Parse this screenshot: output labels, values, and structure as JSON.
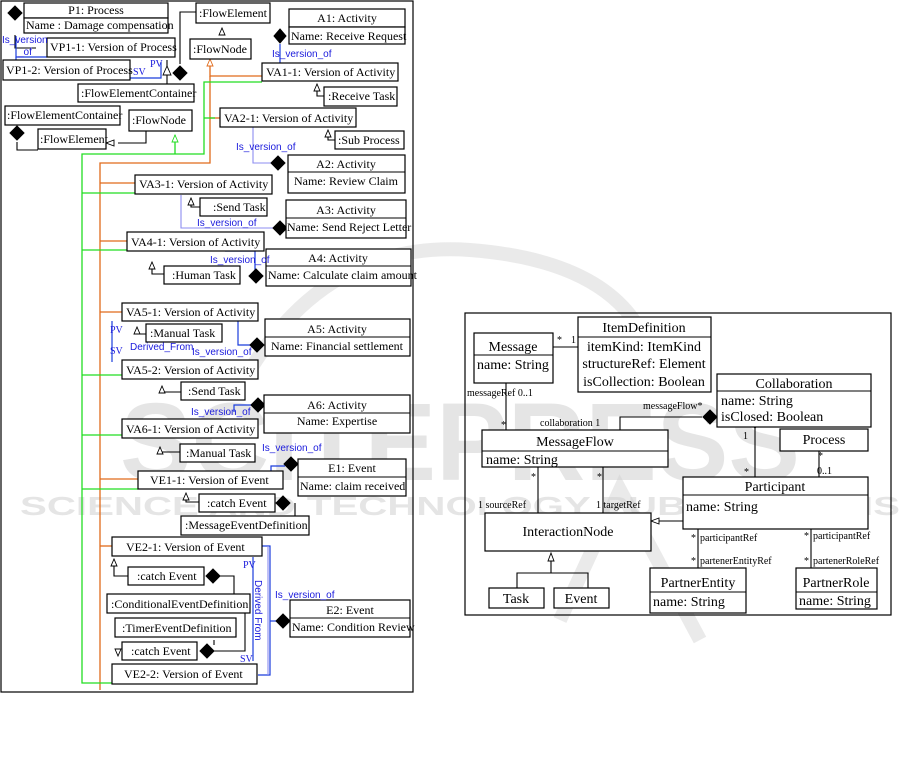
{
  "watermark": {
    "big": "SCITEPRESS",
    "small": "SCIENCE AND TECHNOLOGY PUBLICATIONS"
  },
  "left_diagram": {
    "process": {
      "title": "P1: Process",
      "attr": "Name : Damage compensation"
    },
    "vp11": "VP1-1: Version of Process",
    "vp12": "VP1-2: Version of Process",
    "fec1": ":FlowElementContainer",
    "fec2": ":FlowElementContainer",
    "fe1": ":FlowElement",
    "fe2": ":FlowElement",
    "fn1": ":FlowNode",
    "fn2": ":FlowNode",
    "a1": {
      "title": "A1: Activity",
      "attr": "Name: Receive Request"
    },
    "a2": {
      "title": "A2: Activity",
      "attr": "Name: Review Claim"
    },
    "a3": {
      "title": "A3: Activity",
      "attr": "Name: Send Reject Letter"
    },
    "a4": {
      "title": "A4: Activity",
      "attr": "Name: Calculate claim amount"
    },
    "a5": {
      "title": "A5: Activity",
      "attr": "Name: Financial settlement"
    },
    "a6": {
      "title": "A6: Activity",
      "attr": "Name: Expertise"
    },
    "e1": {
      "title": "E1: Event",
      "attr": "Name: claim received"
    },
    "e2": {
      "title": "E2: Event",
      "attr": "Name: Condition Review"
    },
    "va11": "VA1-1: Version of Activity",
    "va21": "VA2-1: Version of Activity",
    "va31": "VA3-1: Version of Activity",
    "va41": "VA4-1: Version of Activity",
    "va51": "VA5-1: Version of Activity",
    "va52": "VA5-2: Version of Activity",
    "va61": "VA6-1: Version of Activity",
    "ve11": "VE1-1: Version of Event",
    "ve21": "VE2-1: Version of Event",
    "ve22": "VE2-2: Version of Event",
    "receive_task": ":Receive Task",
    "sub_process": ":Sub Process",
    "send_task1": ":Send Task",
    "human_task": ":Human Task",
    "manual_task1": ":Manual Task",
    "send_task2": ":Send Task",
    "manual_task2": ":Manual Task",
    "catch_event1": ":catch Event",
    "msg_event_def": ":MessageEventDefinition",
    "catch_event2": ":catch Event",
    "cond_event_def": ":ConditionalEventDefinition",
    "timer_event_def": ":TimerEventDefinition",
    "catch_event3": ":catch Event",
    "labels": {
      "is_version_of": "Is_version_of",
      "is_version": "Is_version",
      "of": "_of",
      "pv": "PV",
      "sv": "SV",
      "derived_from": "Derived_From",
      "derived_from_vertical": "Derived  From"
    }
  },
  "right_diagram": {
    "message": {
      "title": "Message",
      "attr": "name: String"
    },
    "item_definition": {
      "title": "ItemDefinition",
      "attrs": [
        "itemKind: ItemKind",
        "structureRef: Element",
        "isCollection: Boolean"
      ]
    },
    "collaboration": {
      "title": "Collaboration",
      "attrs": [
        "name: String",
        "isClosed: Boolean"
      ]
    },
    "process": {
      "title": "Process"
    },
    "message_flow": {
      "title": "MessageFlow",
      "attr": "name: String"
    },
    "participant": {
      "title": "Participant",
      "attr": "name: String"
    },
    "interaction_node": {
      "title": "InteractionNode"
    },
    "task": {
      "title": "Task"
    },
    "event": {
      "title": "Event"
    },
    "partner_entity": {
      "title": "PartnerEntity",
      "attr": "name: String"
    },
    "partner_role": {
      "title": "PartnerRole",
      "attr": "name: String"
    },
    "mult": {
      "msg_item_star": "*",
      "msg_item_one": "1",
      "message_ref": "messageRef 0..1",
      "mf_star": "*",
      "collaboration_1": "collaboration 1",
      "message_flow_star": "messageFlow*",
      "collab_one": "1",
      "participant_star": "*",
      "process_star": "*",
      "process_01": "0..1",
      "src_star": "*",
      "tgt_star": "*",
      "source_ref": "1 sourceRef",
      "target_ref": "1 targetRef",
      "participant_ref1": "participantRef",
      "partner_entity_ref": "partenerEntityRef",
      "participant_ref2": "participantRef",
      "partner_role_ref": "partenerRoleRef",
      "star": "*"
    }
  }
}
